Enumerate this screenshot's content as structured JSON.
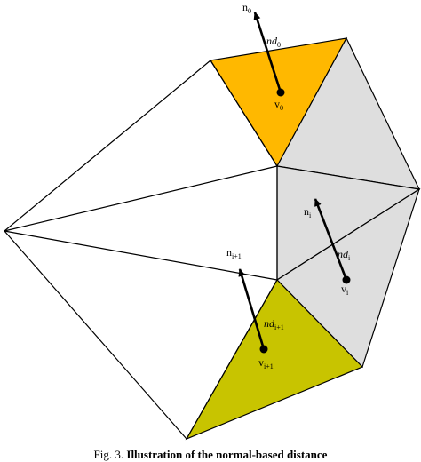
{
  "colors": {
    "face_top": "#FFB800",
    "face_bottom": "#C8C400",
    "face_gray": "#DEDEDE",
    "stroke": "#000000",
    "background": "#FFFFFF"
  },
  "labels": {
    "n0": {
      "base": "n",
      "sub": "0"
    },
    "nd0": {
      "base": "nd",
      "sub": "0"
    },
    "v0": {
      "base": "v",
      "sub": "0"
    },
    "ni": {
      "base": "n",
      "sub": "i"
    },
    "ndi": {
      "base": "nd",
      "sub": "i"
    },
    "vi": {
      "base": "v",
      "sub": "i"
    },
    "ni1": {
      "base": "n",
      "sub": "i+1"
    },
    "ndi1": {
      "base": "nd",
      "sub": "i+1"
    },
    "vi1": {
      "base": "v",
      "sub": "i+1"
    }
  },
  "caption": {
    "prefix": "Fig. 3.",
    "text": "Illustration of the normal-based distance"
  }
}
